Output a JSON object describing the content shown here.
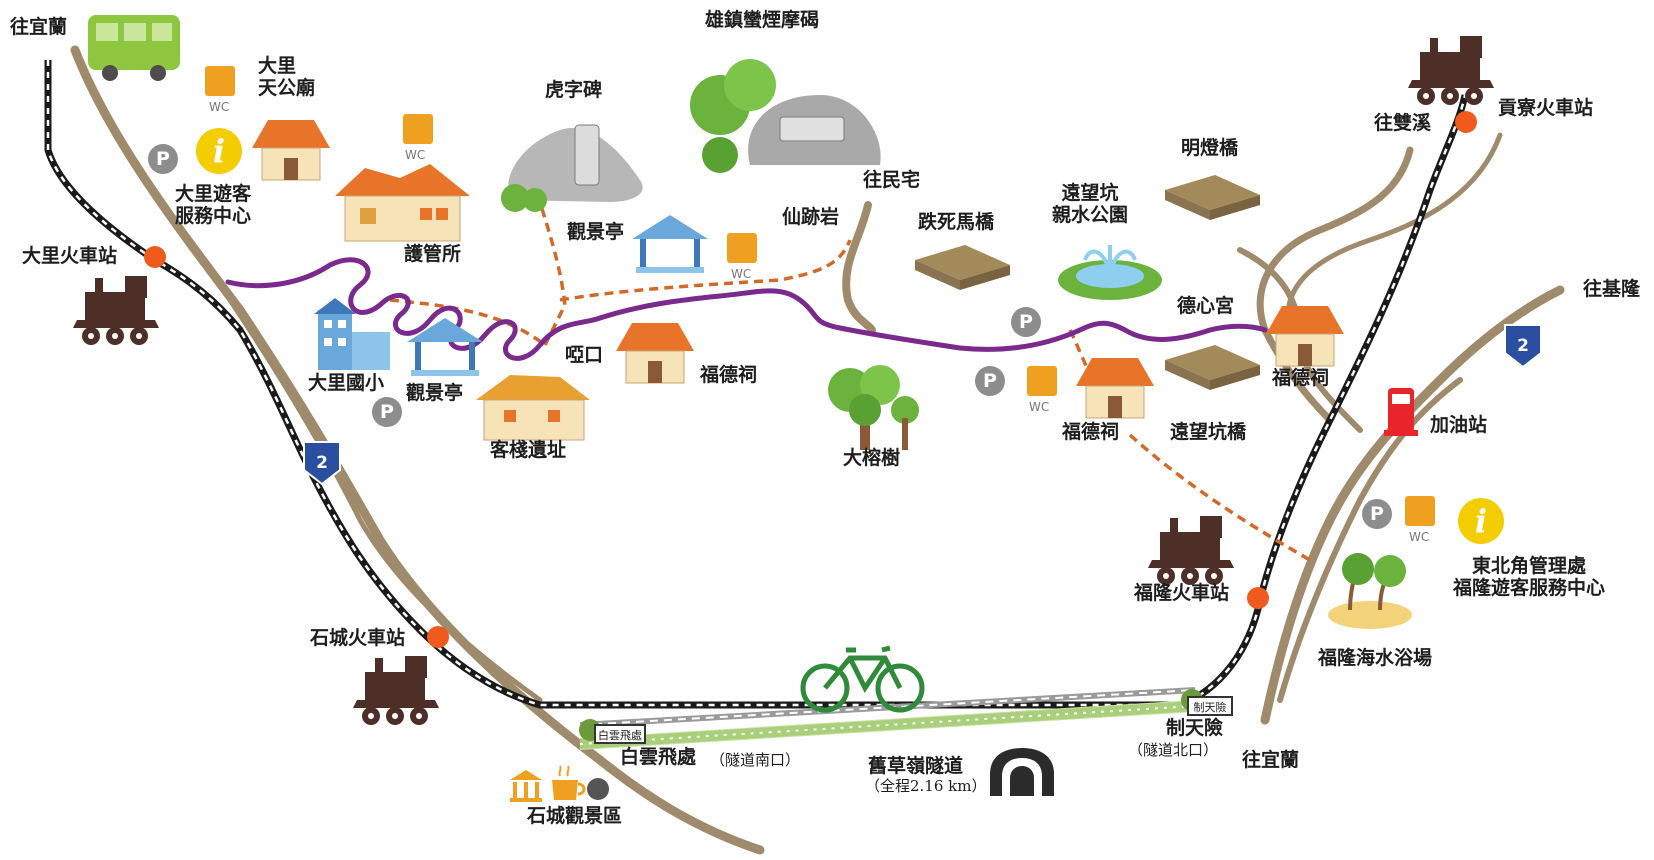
{
  "labels": {
    "to_yilan_nw": "往宜蘭",
    "dali_temple": "大里\n天公廟",
    "dali_visitor_center": "大里遊客\n服務中心",
    "dali_station": "大里火車站",
    "ranger_station": "護管所",
    "tiger_stele": "虎字碑",
    "xiongzhen_stele": "雄鎮蠻煙摩碣",
    "viewing_pavilion_1": "觀景亭",
    "viewing_pavilion_2": "觀景亭",
    "xianji_rock": "仙跡岩",
    "to_residence": "往民宅",
    "dieshi_bridge": "跌死馬橋",
    "mingdeng_bridge": "明燈橋",
    "yuanwangkeng_park": "遠望坑\n親水公園",
    "dexin_temple": "德心宮",
    "to_shuangxi": "往雙溪",
    "gongliao_station": "貢寮火車站",
    "to_keelung": "往基隆",
    "gas_station": "加油站",
    "fude_temple_1": "福德祠",
    "fude_temple_2": "福德祠",
    "fude_temple_3": "福德祠",
    "yuanwangkeng_bridge": "遠望坑橋",
    "dali_school": "大里國小",
    "yakou": "啞口",
    "inn_ruins": "客棧遺址",
    "banyan_tree": "大榕樹",
    "northeast_admin": "東北角管理處\n福隆遊客服務中心",
    "fulong_station": "福隆火車站",
    "fulong_beach": "福隆海水浴場",
    "shicheng_station": "石城火車站",
    "shicheng_viewpoint": "石城觀景區",
    "baiyun_feichu": "白雲飛處",
    "south_entrance": "（隧道南口）",
    "old_tunnel": "舊草嶺隧道",
    "tunnel_length": "（全程2.16 km）",
    "zhitianxian": "制天險",
    "north_entrance": "（隧道北口）",
    "to_yilan_se": "往宜蘭",
    "plaque_south": "白雲飛處",
    "plaque_north": "制天險"
  },
  "icons": {
    "wc": "WC",
    "parking": "P",
    "info": "i",
    "highway_number": "2"
  },
  "colors": {
    "trail": "#7a2a8c",
    "dashed_path": "#d06a2a",
    "railway_dark": "#1a1a1a",
    "river": "#a08a6c",
    "station_dot": "#f05a1c",
    "tunnel_path": "#a9cf7b",
    "highway_badge": "#2a4ea0",
    "wc_orange": "#f0a020",
    "info_yellow": "#f4cd00",
    "roof_orange": "#e8742a",
    "wall_cream": "#f7e3b8",
    "train_brown": "#4d2f28",
    "bus_green": "#8ec63f",
    "tree_green": "#6cb33e",
    "bicycle_green": "#2f8a3a"
  }
}
